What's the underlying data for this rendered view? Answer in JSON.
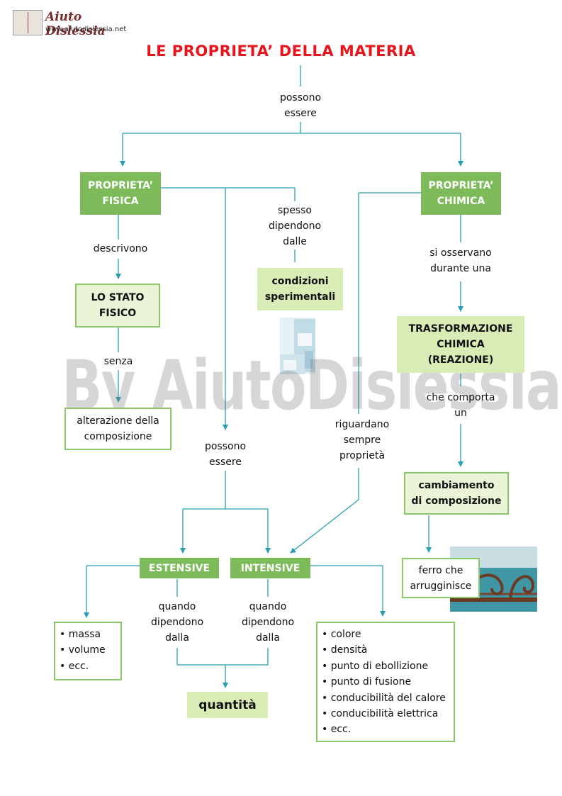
{
  "header": {
    "logo_name": "Aiuto Dislessia",
    "logo_url": "www.aiutodislessia.net"
  },
  "title": "LE PROPRIETA’ DELLA MATERIA",
  "watermark": "By AiutoDislessia.net",
  "colors": {
    "title": "#e8141b",
    "box_green": "#7dbb5a",
    "box_light_green": "#d9ecb5",
    "box_border": "#8cc66a",
    "arrow": "#2a9fb0"
  },
  "labels": {
    "possono_essere_top": "possono\nessere",
    "descrivono": "descrivono",
    "senza": "senza",
    "spesso_dipendono": "spesso\ndipendono\ndalle",
    "possono_essere_mid": "possono\nessere",
    "riguardano": "riguardano\nsempre\nproprietà",
    "si_osservano": "si osservano\ndurante una",
    "che_comporta": "che comporta\nun",
    "quando_left": "quando\ndipendono\ndalla",
    "quando_right": "quando\ndipendono\ndalla"
  },
  "boxes": {
    "fisica": "PROPRIETA’\nFISICA",
    "chimica": "PROPRIETA’\nCHIMICA",
    "stato_fisico": "LO STATO\nFISICO",
    "alterazione": "alterazione della\ncomposizione",
    "condizioni": "condizioni\nsperimentali",
    "trasformazione": "TRASFORMAZIONE\nCHIMICA\n(REAZIONE)",
    "cambiamento": "cambiamento\ndi composizione",
    "ferro": "ferro che\narrugginisce",
    "estensive": "ESTENSIVE",
    "intensive": "INTENSIVE",
    "quantita": "quantità"
  },
  "estensive_list": [
    "• massa",
    "• volume",
    "• ecc."
  ],
  "intensive_list": [
    "• colore",
    "• densità",
    "• punto di ebollizione",
    "• punto di fusione",
    "• conducibilità del calore",
    "• conducibilità elettrica",
    "• ecc."
  ]
}
